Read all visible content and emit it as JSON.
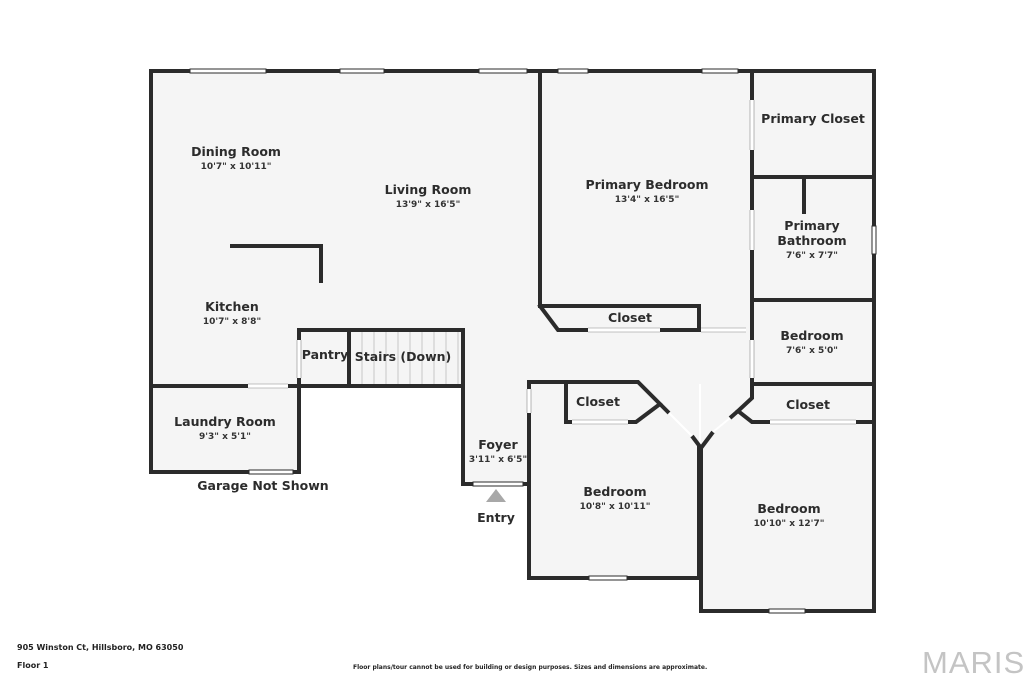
{
  "rooms": {
    "dining_room": {
      "name": "Dining Room",
      "dims": "10'7\" x 10'11\""
    },
    "living_room": {
      "name": "Living Room",
      "dims": "13'9\" x 16'5\""
    },
    "primary_bedroom": {
      "name": "Primary Bedroom",
      "dims": "13'4\" x 16'5\""
    },
    "primary_closet": {
      "name": "Primary Closet"
    },
    "primary_bathroom": {
      "name_line1": "Primary",
      "name_line2": "Bathroom",
      "dims": "7'6\" x 7'7\""
    },
    "kitchen": {
      "name": "Kitchen",
      "dims": "10'7\" x 8'8\""
    },
    "primary_bedroom_closet": {
      "name": "Closet"
    },
    "bedroom_small": {
      "name": "Bedroom",
      "dims": "7'6\" x 5'0\""
    },
    "pantry": {
      "name": "Pantry"
    },
    "stairs": {
      "name": "Stairs (Down)"
    },
    "closet_center": {
      "name": "Closet"
    },
    "closet_right": {
      "name": "Closet"
    },
    "laundry_room": {
      "name": "Laundry Room",
      "dims": "9'3\" x 5'1\""
    },
    "foyer": {
      "name": "Foyer",
      "dims": "3'11\" x 6'5\""
    },
    "bedroom_center": {
      "name": "Bedroom",
      "dims": "10'8\" x 10'11\""
    },
    "bedroom_right": {
      "name": "Bedroom",
      "dims": "10'10\" x 12'7\""
    }
  },
  "labels": {
    "garage": "Garage Not Shown",
    "entry": "Entry"
  },
  "footer": {
    "address": "905 Winston Ct, Hillsboro, MO 63050",
    "floor": "Floor 1",
    "disclaimer": "Floor plans/tour cannot be used for building or design purposes. Sizes and dimensions are approximate.",
    "logo": "MARIS"
  },
  "colors": {
    "wall": "#2b2b2b",
    "floor_fill": "#f5f5f5",
    "window": "#ffffff"
  }
}
